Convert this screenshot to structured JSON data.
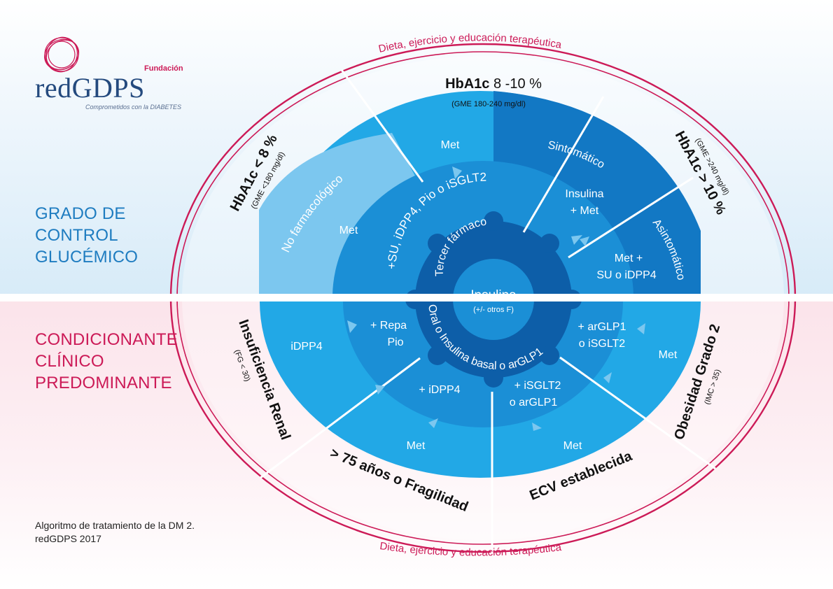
{
  "logo": {
    "fundacion": "Fundación",
    "name": "redGDPS",
    "tagline": "Comprometidos con la DIABETES"
  },
  "left_titles": {
    "grado": [
      "GRADO DE",
      "CONTROL",
      "GLUCÉMICO"
    ],
    "condicionante": [
      "CONDICIONANTE",
      "CLÍNICO",
      "PREDOMINANTE"
    ]
  },
  "caption": [
    "Algoritmo de tratamiento de la DM 2.",
    "redGDPS 2017"
  ],
  "outer": {
    "top_text": "Dieta, ejercicio y educación terapéutica",
    "bottom_text": "Dieta, ejercicio y educación terapéutica"
  },
  "glycemic": {
    "low": {
      "title": "HbA1c < 8 %",
      "sub": "(GME <180 mg/dl)"
    },
    "mid": {
      "title_bold": "HbA1c",
      "title_rest": " 8 -10 %",
      "sub": "(GME 180-240 mg/dl)"
    },
    "high": {
      "title": "HbA1c > 10 %",
      "sub": "(GME >240 mg/dl)"
    }
  },
  "clinical": {
    "renal": {
      "title": "Insuficiencia Renal",
      "sub": "(FG < 30)"
    },
    "elderly": {
      "title": "> 75 años o Fragilidad"
    },
    "ecv": {
      "title": "ECV establecida"
    },
    "obesity": {
      "title": "Obesidad Grado 2",
      "sub": "(IMC > 35)"
    }
  },
  "ring_labels": {
    "no_farmacologico": "No farmacológico",
    "met_top": "Met",
    "sintomatico": "Sintomático",
    "asintomatico": "Asintomático",
    "insulina_met_1": "Insulina",
    "insulina_met_2": "+ Met",
    "met_plus_1": "Met +",
    "met_plus_2": "SU o iDPP4",
    "met_left": "Met",
    "second_combo": "+SU, iDPP4, Pio o iSGLT2",
    "idpp4_left": "iDPP4",
    "repa_1": "+ Repa",
    "repa_2": "Pio",
    "plus_idpp4": "+ iDPP4",
    "met_bl": "Met",
    "isglt2_1": "+ iSGLT2",
    "isglt2_2": "o arGLP1",
    "met_br": "Met",
    "arglp1_1": "+ arGLP1",
    "arglp1_2": "o iSGLT2",
    "met_right": "Met"
  },
  "center": {
    "tercer_farmaco": "Tercer fármaco",
    "insulina": "Insulina",
    "insulina_sub": "(+/- otros F)",
    "oral": "Oral o Insulina basal o arGLP1"
  },
  "colors": {
    "accent_red": "#cc1a57",
    "title_blue": "#1e7cc0",
    "outer_ring": "#22a8e6",
    "light_segment": "#7cc7ef",
    "mid_ring": "#1b8fd6",
    "center": "#0d5ea8",
    "right_block": "#1278c4"
  }
}
